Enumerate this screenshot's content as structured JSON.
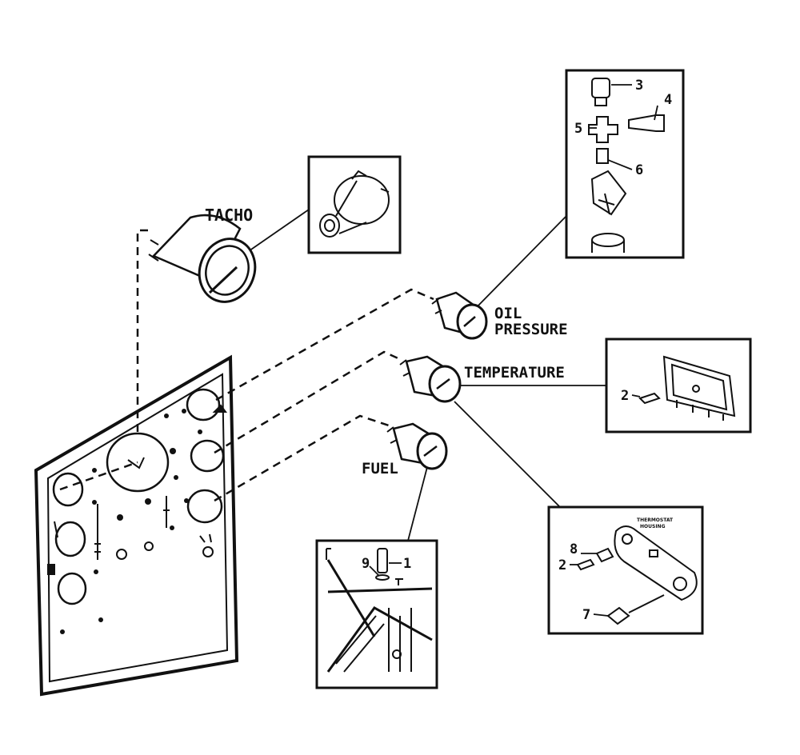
{
  "labels": {
    "tacho": "TACHO",
    "oil_line1": "OIL",
    "oil_line2": "PRESSURE",
    "temperature": "TEMPERATURE",
    "fuel": "FUEL",
    "thermostat_line1": "THERMOSTAT",
    "thermostat_line2": "HOUSING"
  },
  "callouts": {
    "sender_top": "3",
    "fitting_right": "4",
    "tee_piece": "5",
    "adaptor": "6",
    "switch_bottom": "7",
    "washer": "8",
    "fuel_washer": "9",
    "fuel_sender": "1",
    "engine_sender": "2",
    "housing_sender": "2"
  }
}
